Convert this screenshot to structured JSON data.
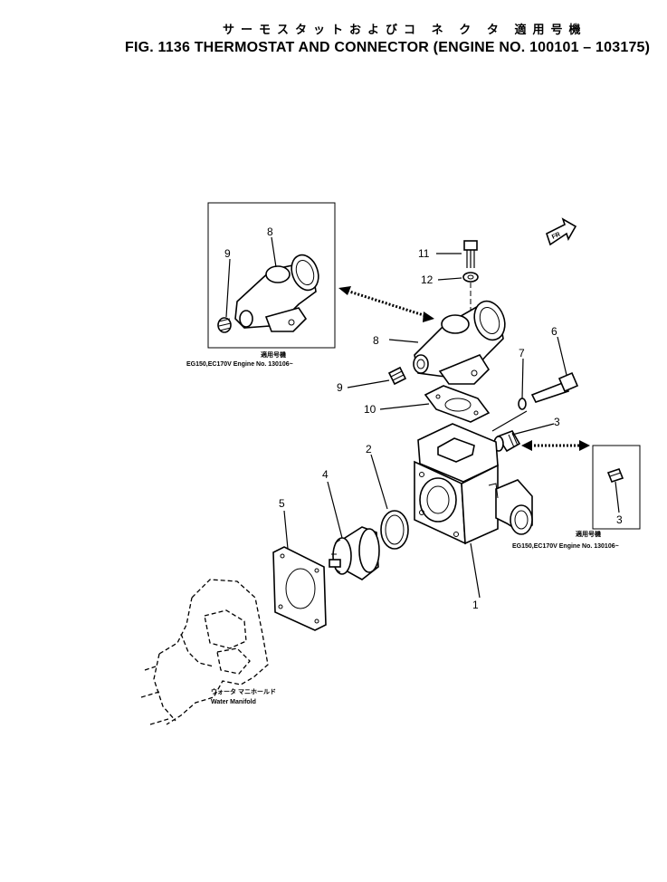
{
  "header": {
    "japanese_title": "サーモスタットおよびコ ネ ク タ 適用号機",
    "figure_title": "FIG. 1136  THERMOSTAT AND CONNECTOR (ENGINE NO. 100101 – 103175)"
  },
  "callouts": {
    "c1": "1",
    "c2": "2",
    "c3a": "3",
    "c3b": "3",
    "c4": "4",
    "c5": "5",
    "c6": "6",
    "c7": "7",
    "c8a": "8",
    "c8b": "8",
    "c9a": "9",
    "c9b": "9",
    "c10": "10",
    "c11": "11",
    "c12": "12"
  },
  "insets": {
    "left": {
      "title_jp": "適用号機",
      "note": "EG150,EC170V Engine No. 130106~"
    },
    "right": {
      "title_jp": "適用号機",
      "note": "EG150,EC170V Engine No. 130106~"
    }
  },
  "manifold": {
    "label_jp": "ウォータ マニホールド",
    "label_en": "Water Manifold"
  },
  "direction_badge": "FR",
  "colors": {
    "ink": "#000000",
    "paper": "#ffffff"
  }
}
